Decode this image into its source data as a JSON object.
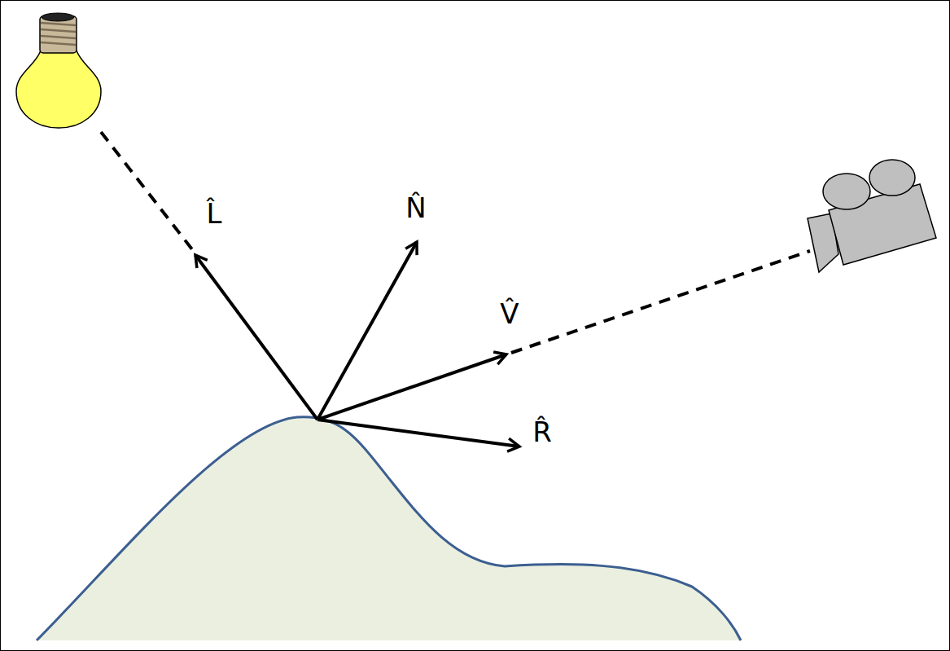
{
  "diagram": {
    "labels": [
      "L̂",
      "N̂",
      "V̂",
      "R̂"
    ]
  }
}
